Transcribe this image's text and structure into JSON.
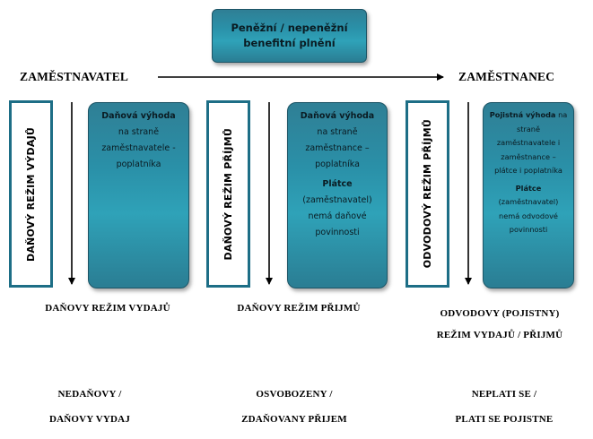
{
  "top_box": {
    "line1": "Peněžní / nepeněžní",
    "line2": "benefitní plnění"
  },
  "employer_label": "ZAMĚSTNAVATEL",
  "employee_label": "ZAMĚSTNANEC",
  "columns": [
    {
      "vertical_label": "DAŇOVÝ REŽIM VÝDAJŮ",
      "panel": {
        "title": "Daňová výhoda",
        "lines": [
          "na straně",
          "zaměstnavatele -",
          "poplatníka"
        ]
      },
      "footer_header": [
        "DAŇOVY REŽIM VYDAJŮ"
      ],
      "footer_result": [
        "NEDAŇOVY /",
        "DAŇOVY VYDAJ"
      ]
    },
    {
      "vertical_label": "DAŇOVÝ REŽIM PŘÍJMŮ",
      "panel": {
        "title": "Daňová výhoda",
        "lines": [
          "na straně",
          "zaměstnance –",
          "poplatníka"
        ],
        "title2": "Plátce",
        "lines2": [
          "(zaměstnavatel)",
          "nemá daňové",
          "povinnosti"
        ]
      },
      "footer_header": [
        "DAŇOVY REŽIM PŘIJMŮ"
      ],
      "footer_result": [
        "OSVOBOZENY /",
        "ZDAŇOVANY PŘIJEM"
      ]
    },
    {
      "vertical_label": "ODVODOVÝ REŽIM PŘÍJMŮ",
      "panel": {
        "title": "Pojistná výhoda",
        "title_suffix": " na",
        "lines": [
          "straně",
          "zaměstnavatele i",
          "zaměstnance –",
          "plátce i poplatníka"
        ],
        "title2": "Plátce",
        "lines2": [
          "(zaměstnavatel)",
          "nemá odvodové",
          "povinnosti"
        ]
      },
      "footer_header": [
        "ODVODOVY (POJISTNY)",
        "REŽIM VYDAJŮ / PŘIJMŮ"
      ],
      "footer_result": [
        "NEPLATI SE /",
        "PLATI SE POJISTNE"
      ]
    }
  ]
}
